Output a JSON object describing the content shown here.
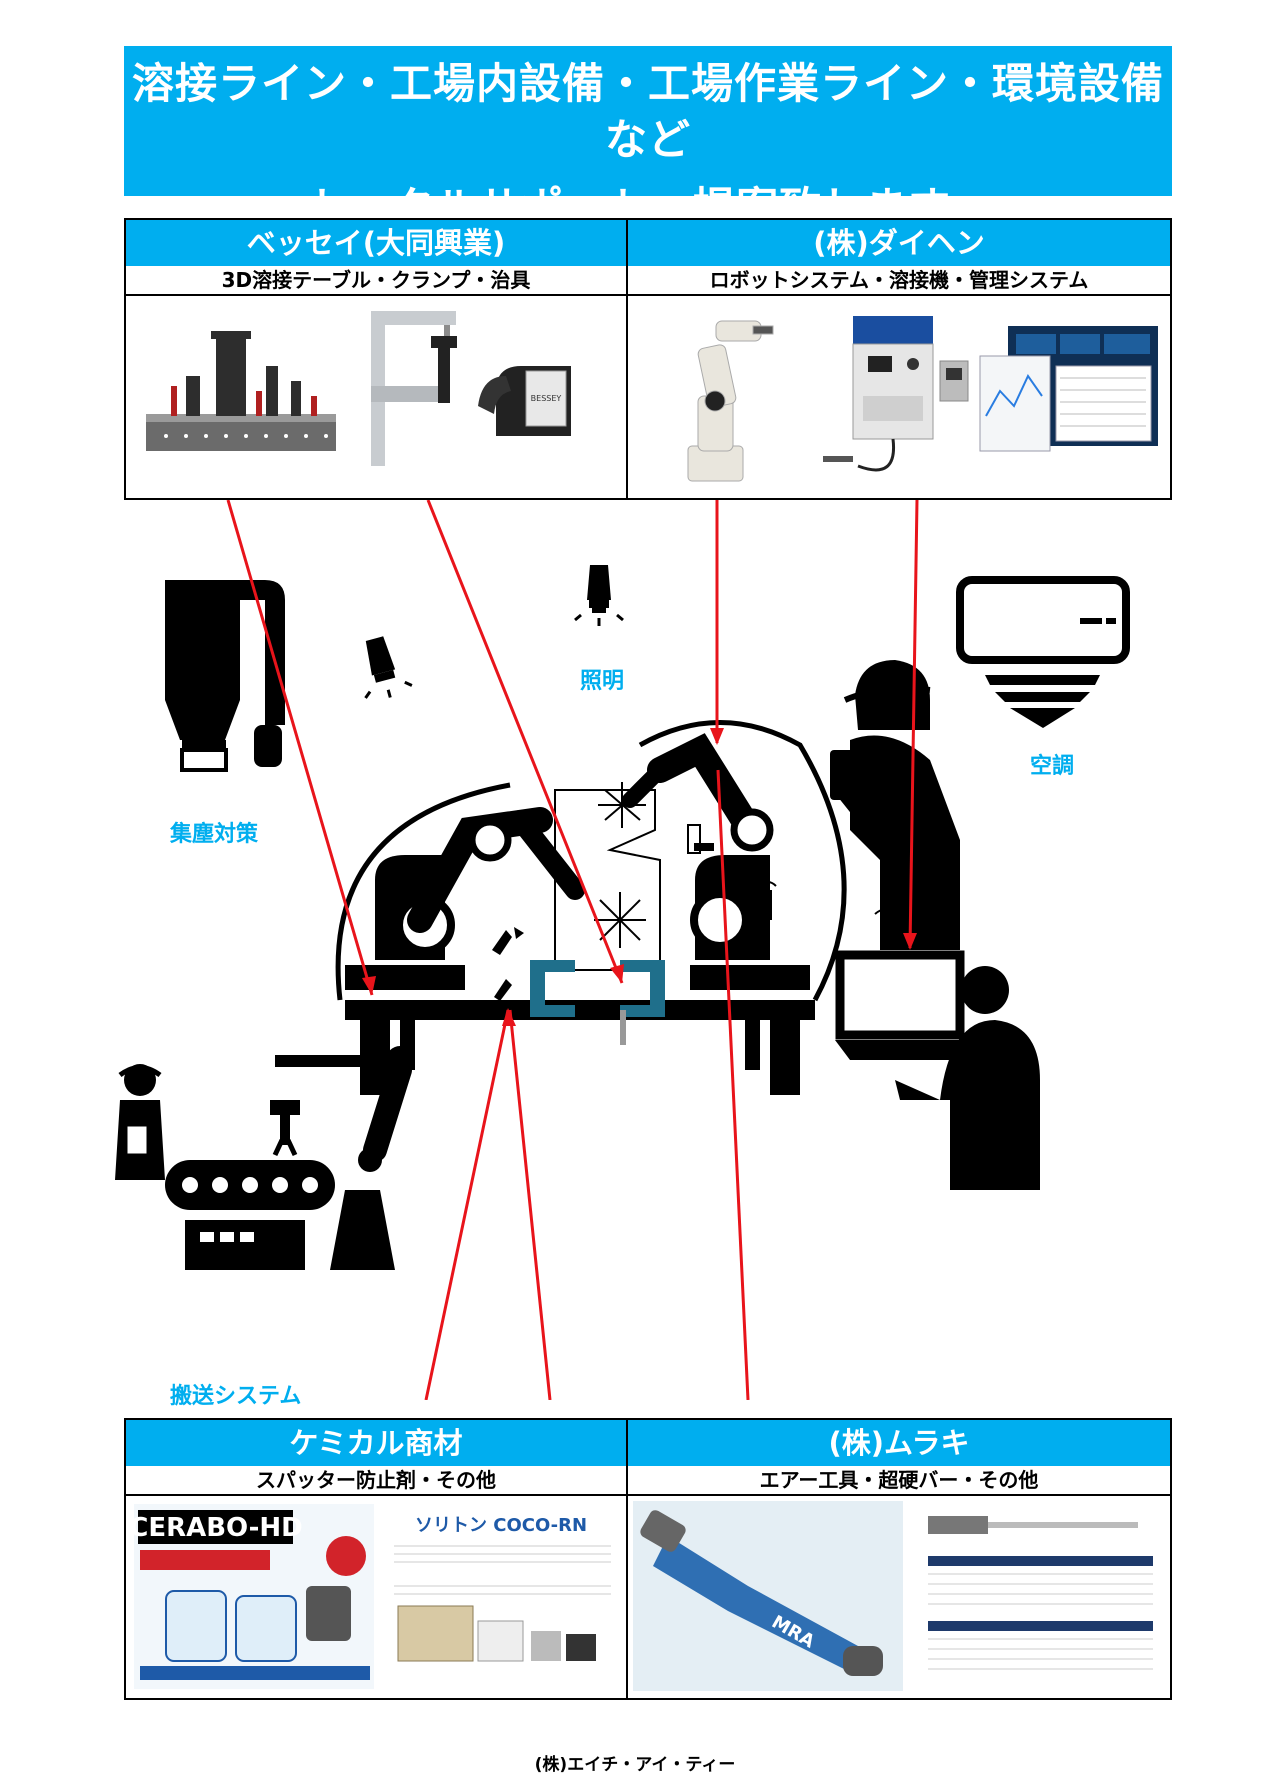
{
  "banner": {
    "line1": "溶接ライン・工場内設備・工場作業ライン・環境設備など",
    "line2": "トータルサポート・提案致します。"
  },
  "top_suppliers": [
    {
      "name": "ベッセイ(大同興業)",
      "items": "3D溶接テーブル・クランプ・治具"
    },
    {
      "name": "(株)ダイヘン",
      "items": "ロボットシステム・溶接機・管理システム"
    }
  ],
  "bottom_suppliers": [
    {
      "name": "ケミカル商材",
      "items": "スパッター防止剤・その他"
    },
    {
      "name": "(株)ムラキ",
      "items": "エアー工具・超硬バー・その他"
    }
  ],
  "product_texts": {
    "cerabo_brand": "CERABO-HD",
    "soliton_title": "ソリトン COCO-RN",
    "mra_logo": "MRA"
  },
  "labels": {
    "lighting": "照明",
    "dust": "集塵対策",
    "aircon": "空調",
    "conveyor": "搬送システム"
  },
  "footer": {
    "company": "(株)エイチ・アイ・ティー"
  },
  "colors": {
    "accent": "#00aeef",
    "arrow": "#e8141b",
    "clamp": "#1f6f8b"
  }
}
